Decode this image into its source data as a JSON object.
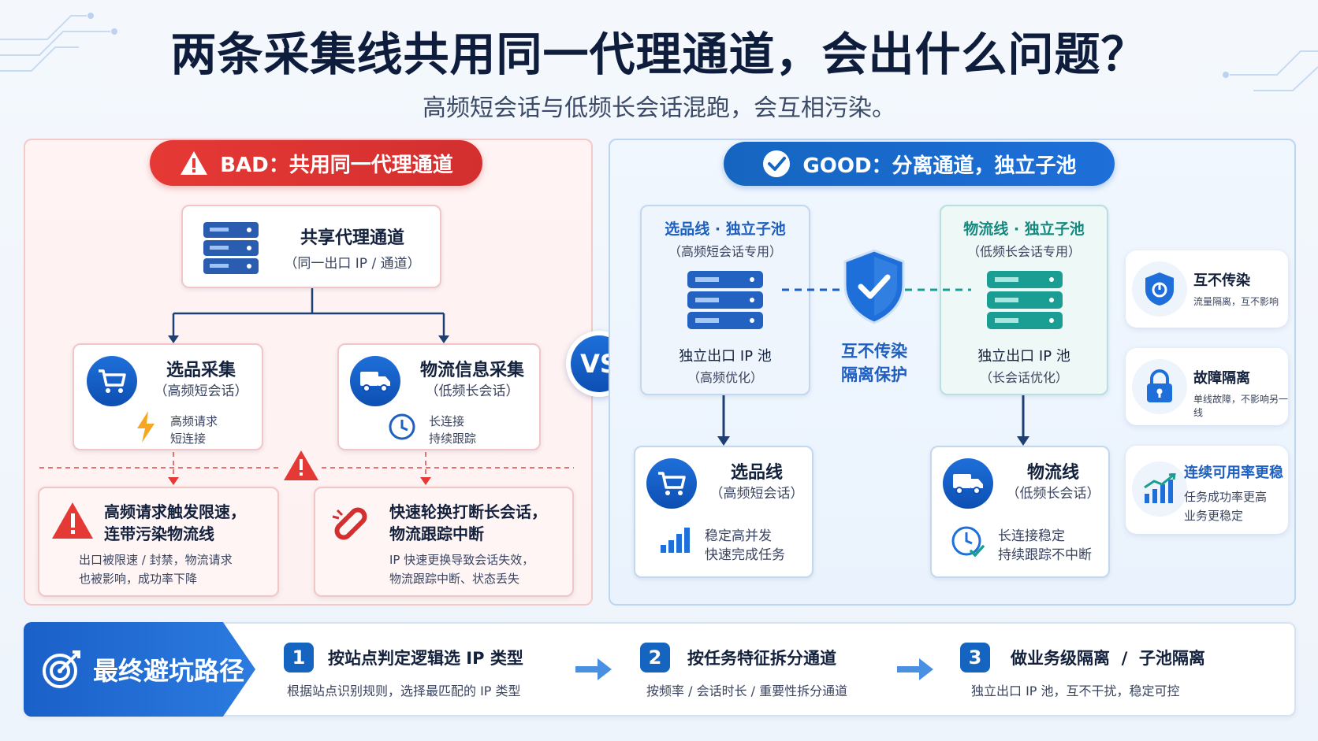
{
  "header": {
    "title": "两条采集线共用同一代理通道，会出什么问题？",
    "subtitle": "高频短会话与低频长会话混跑，会互相污染。"
  },
  "bad": {
    "banner": "BAD：共用同一代理通道",
    "shared": {
      "title": "共享代理通道",
      "subtitle": "（同一出口 IP / 通道）"
    },
    "selection": {
      "title": "选品采集",
      "subtitle": "（高频短会话）",
      "note1": "高频请求",
      "note2": "短连接"
    },
    "logistics": {
      "title": "物流信息采集",
      "subtitle": "（低频长会话）",
      "note1": "长连接",
      "note2": "持续跟踪"
    },
    "problem1": {
      "title1": "高频请求触发限速，",
      "title2": "连带污染物流线",
      "desc1": "出口被限速 / 封禁，物流请求",
      "desc2": "也被影响，成功率下降"
    },
    "problem2": {
      "title1": "快速轮换打断长会话，",
      "title2": "物流跟踪中断",
      "desc1": "IP 快速更换导致会话失效，",
      "desc2": "物流跟踪中断、状态丢失"
    }
  },
  "vs": "VS",
  "good": {
    "banner": "GOOD：分离通道，独立子池",
    "pool_a": {
      "title": "选品线 · 独立子池",
      "subtitle": "（高频短会话专用）",
      "label": "独立出口 IP 池",
      "sublabel": "（高频优化）"
    },
    "pool_b": {
      "title": "物流线 · 独立子池",
      "subtitle": "（低频长会话专用）",
      "label": "独立出口 IP 池",
      "sublabel": "（长会话优化）"
    },
    "shield_label1": "互不传染",
    "shield_label2": "隔离保护",
    "line_a": {
      "title": "选品线",
      "subtitle": "（高频短会话）",
      "note1": "稳定高并发",
      "note2": "快速完成任务"
    },
    "line_b": {
      "title": "物流线",
      "subtitle": "（低频长会话）",
      "note1": "长连接稳定",
      "note2": "持续跟踪不中断"
    }
  },
  "benefits": [
    {
      "title": "互不传染",
      "desc": "流量隔离，互不影响",
      "icon": "shield-icon"
    },
    {
      "title": "故障隔离",
      "desc": "单线故障，不影响另一线",
      "icon": "lock-icon"
    },
    {
      "title": "连续可用率更稳",
      "desc1": "任务成功率更高",
      "desc2": "业务更稳定",
      "icon": "growth-chart-icon"
    }
  ],
  "bottom": {
    "label": "最终避坑路径",
    "steps": [
      {
        "num": "1",
        "title": "按站点判定逻辑选 IP 类型",
        "desc": "根据站点识别规则，选择最匹配的 IP 类型"
      },
      {
        "num": "2",
        "title": "按任务特征拆分通道",
        "desc": "按频率 / 会话时长 / 重要性拆分通道"
      },
      {
        "num": "3",
        "title": "做业务级隔离  /  子池隔离",
        "desc": "独立出口 IP 池，互不干扰，稳定可控"
      }
    ]
  },
  "colors": {
    "red": "#e53935",
    "blue": "#1565c0",
    "teal": "#1a9e93",
    "dark": "#14213d"
  }
}
